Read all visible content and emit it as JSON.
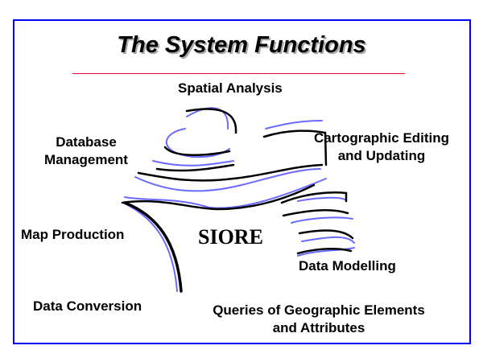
{
  "title": "The System Functions",
  "center_label": "SIORE",
  "functions": {
    "spatial_analysis": "Spatial Analysis",
    "database_management": [
      "Database",
      "Management"
    ],
    "cartographic_editing": [
      "Cartographic Editing",
      "and Updating"
    ],
    "map_production": "Map Production",
    "data_modelling": "Data Modelling",
    "data_conversion": "Data Conversion",
    "queries": [
      "Queries of Geographic Elements",
      "and Attributes"
    ]
  },
  "colors": {
    "frame": "#0000ee",
    "rule": "#e0002a",
    "stroke_blue": "#6a6aff"
  }
}
